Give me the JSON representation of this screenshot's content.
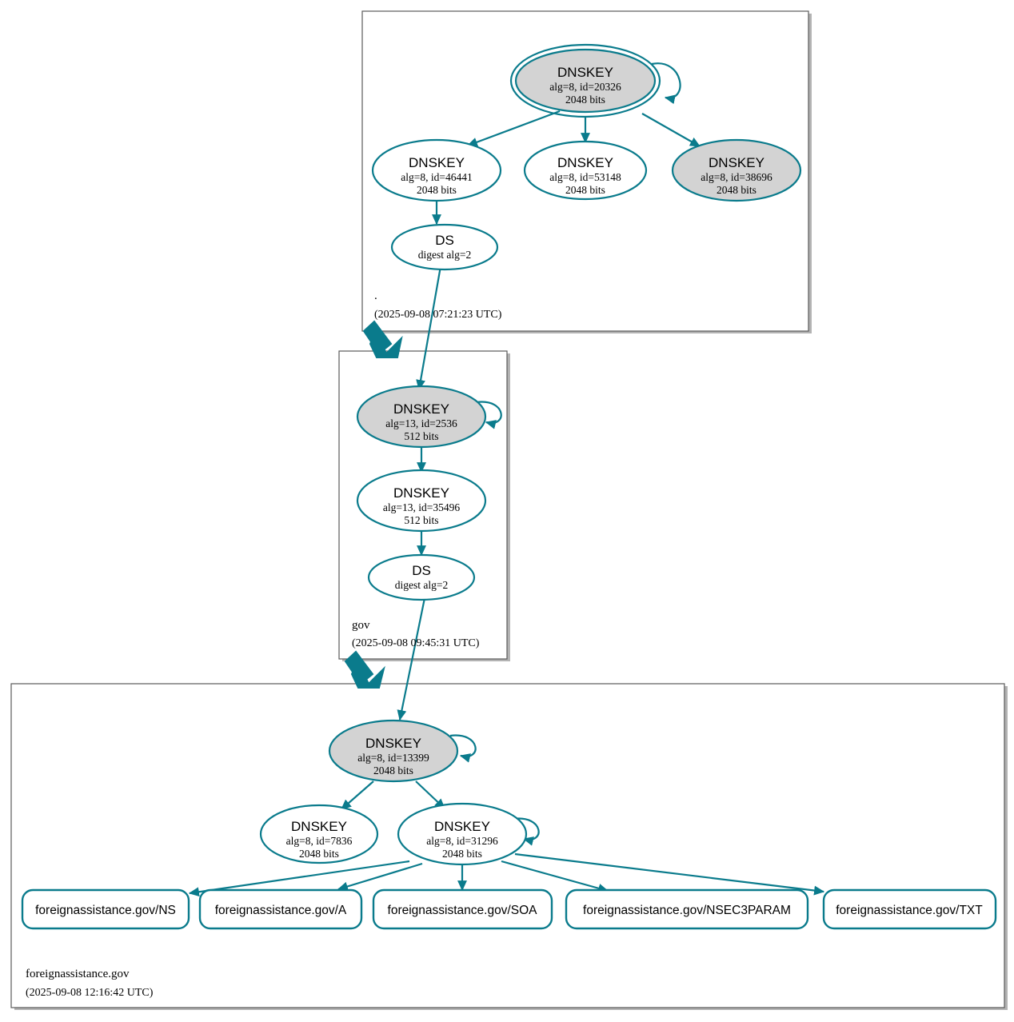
{
  "diagram": {
    "kind": "dnssec-authentication-chain",
    "colors": {
      "accent": "#0a7b8c",
      "secure_fill": "#d3d3d3",
      "zone_border": "#595959",
      "zone_shadow": "#b3b3b3",
      "background": "#ffffff"
    }
  },
  "zones": [
    {
      "id": "root",
      "label": ".",
      "timestamp": "(2025-09-08 07:21:23 UTC)",
      "nodes": [
        {
          "id": "root-ksk",
          "type": "DNSKEY",
          "title": "DNSKEY",
          "line2": "alg=8, id=20326",
          "line3": "2048 bits",
          "alg": 8,
          "key_id": 20326,
          "bits": 2048,
          "role": "ksk",
          "shaded": true,
          "double_ellipse": true,
          "self_signed": true
        },
        {
          "id": "root-zsk-46441",
          "type": "DNSKEY",
          "title": "DNSKEY",
          "line2": "alg=8, id=46441",
          "line3": "2048 bits",
          "alg": 8,
          "key_id": 46441,
          "bits": 2048,
          "role": "zsk",
          "shaded": false,
          "double_ellipse": false,
          "self_signed": false
        },
        {
          "id": "root-zsk-53148",
          "type": "DNSKEY",
          "title": "DNSKEY",
          "line2": "alg=8, id=53148",
          "line3": "2048 bits",
          "alg": 8,
          "key_id": 53148,
          "bits": 2048,
          "role": "zsk",
          "shaded": false,
          "double_ellipse": false,
          "self_signed": false
        },
        {
          "id": "root-zsk-38696",
          "type": "DNSKEY",
          "title": "DNSKEY",
          "line2": "alg=8, id=38696",
          "line3": "2048 bits",
          "alg": 8,
          "key_id": 38696,
          "bits": 2048,
          "role": "zsk",
          "shaded": true,
          "double_ellipse": false,
          "self_signed": false
        },
        {
          "id": "root-ds-gov",
          "type": "DS",
          "title": "DS",
          "line2": "digest alg=2",
          "line3": "",
          "digest_alg": 2,
          "shaded": false,
          "double_ellipse": false,
          "self_signed": false
        }
      ]
    },
    {
      "id": "gov",
      "label": "gov",
      "timestamp": "(2025-09-08 09:45:31 UTC)",
      "nodes": [
        {
          "id": "gov-ksk-2536",
          "type": "DNSKEY",
          "title": "DNSKEY",
          "line2": "alg=13, id=2536",
          "line3": "512 bits",
          "alg": 13,
          "key_id": 2536,
          "bits": 512,
          "role": "ksk",
          "shaded": true,
          "double_ellipse": false,
          "self_signed": true
        },
        {
          "id": "gov-zsk-35496",
          "type": "DNSKEY",
          "title": "DNSKEY",
          "line2": "alg=13, id=35496",
          "line3": "512 bits",
          "alg": 13,
          "key_id": 35496,
          "bits": 512,
          "role": "zsk",
          "shaded": false,
          "double_ellipse": false,
          "self_signed": false
        },
        {
          "id": "gov-ds-fa",
          "type": "DS",
          "title": "DS",
          "line2": "digest alg=2",
          "line3": "",
          "digest_alg": 2,
          "shaded": false,
          "double_ellipse": false,
          "self_signed": false
        }
      ]
    },
    {
      "id": "foreignassistance",
      "label": "foreignassistance.gov",
      "timestamp": "(2025-09-08 12:16:42 UTC)",
      "nodes": [
        {
          "id": "fa-ksk-13399",
          "type": "DNSKEY",
          "title": "DNSKEY",
          "line2": "alg=8, id=13399",
          "line3": "2048 bits",
          "alg": 8,
          "key_id": 13399,
          "bits": 2048,
          "role": "ksk",
          "shaded": true,
          "double_ellipse": false,
          "self_signed": true
        },
        {
          "id": "fa-zsk-7836",
          "type": "DNSKEY",
          "title": "DNSKEY",
          "line2": "alg=8, id=7836",
          "line3": "2048 bits",
          "alg": 8,
          "key_id": 7836,
          "bits": 2048,
          "role": "zsk",
          "shaded": false,
          "double_ellipse": false,
          "self_signed": false
        },
        {
          "id": "fa-zsk-31296",
          "type": "DNSKEY",
          "title": "DNSKEY",
          "line2": "alg=8, id=31296",
          "line3": "2048 bits",
          "alg": 8,
          "key_id": 31296,
          "bits": 2048,
          "role": "zsk",
          "shaded": false,
          "double_ellipse": false,
          "self_signed": true
        }
      ],
      "rrsets": [
        {
          "id": "rrset-ns",
          "label": "foreignassistance.gov/NS"
        },
        {
          "id": "rrset-a",
          "label": "foreignassistance.gov/A"
        },
        {
          "id": "rrset-soa",
          "label": "foreignassistance.gov/SOA"
        },
        {
          "id": "rrset-nsec3param",
          "label": "foreignassistance.gov/NSEC3PARAM"
        },
        {
          "id": "rrset-txt",
          "label": "foreignassistance.gov/TXT"
        }
      ]
    }
  ]
}
